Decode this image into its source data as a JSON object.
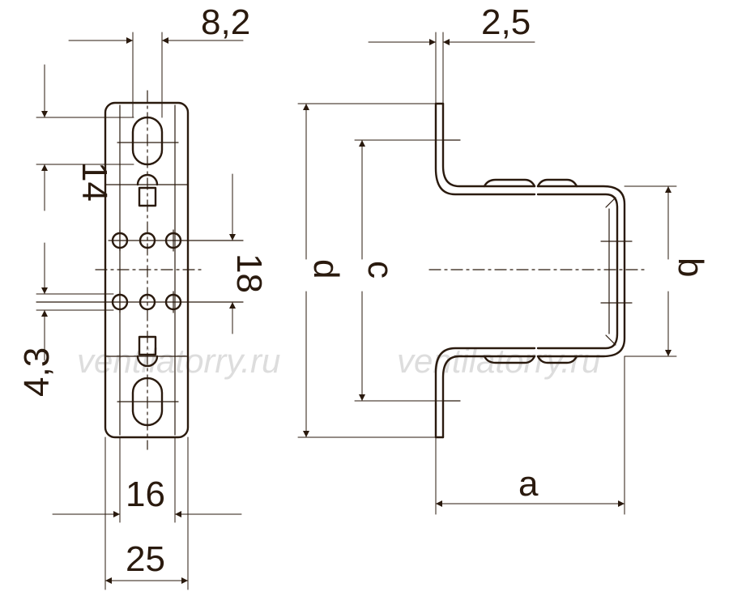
{
  "dimensions": {
    "slot_width": "8,2",
    "thickness": "2,5",
    "slot_length": "14",
    "hole_spacing": "18",
    "hole_diameter": "4,3",
    "inner_width": "16",
    "outer_width": "25",
    "height_d": "d",
    "height_c": "c",
    "height_b": "b",
    "depth_a": "a"
  },
  "watermarks": [
    "ventilatorry.ru",
    "ventilatorry.ru"
  ],
  "colors": {
    "line": "#2a1a0e",
    "watermark": "#cfcfcf",
    "background": "#ffffff"
  }
}
